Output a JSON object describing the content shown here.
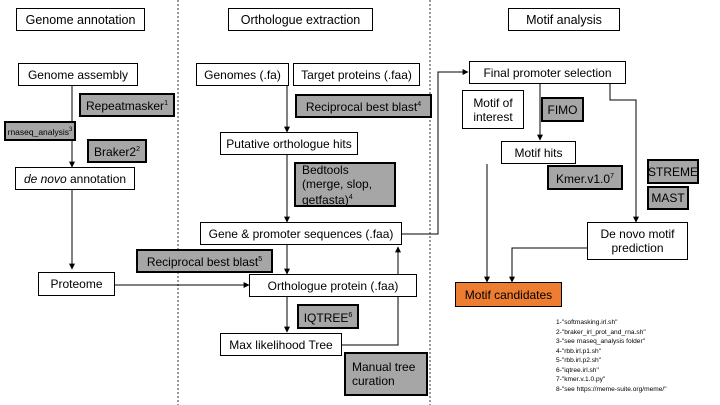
{
  "headers": {
    "genome_annotation": "Genome annotation",
    "orthologue_extraction": "Orthologue extraction",
    "motif_analysis": "Motif analysis"
  },
  "genome": {
    "assembly": "Genome assembly",
    "repeatmasker": "Repeatmasker",
    "repeatmasker_sup": "1",
    "rnaseq": "rnaseq_analysis",
    "rnaseq_sup": "3",
    "braker": "Braker2",
    "braker_sup": "2",
    "denovo_italic": "de novo",
    "denovo_rest": " annotation",
    "proteome": "Proteome"
  },
  "ortho": {
    "genomes": "Genomes (.fa)",
    "targets": "Target proteins (.faa)",
    "rbb1": "Reciprocal best blast",
    "rbb1_sup": "4",
    "putative": "Putative orthologue hits",
    "bedtools": "Bedtools (merge, slop, getfasta)",
    "bedtools_sup": "4",
    "gene_promoter": "Gene & promoter sequences (.faa)",
    "rbb2": "Reciprocal best blast",
    "rbb2_sup": "5",
    "orth_protein": "Orthologue protein (.faa)",
    "iqtree": "IQTREE",
    "iqtree_sup": "6",
    "ml_tree": "Max likelihood Tree",
    "manual": "Manual tree curation"
  },
  "motif": {
    "final": "Final promoter selection",
    "moi": "Motif of interest",
    "fimo": "FIMO",
    "hits": "Motif hits",
    "kmer": "Kmer.v1.0",
    "kmer_sup": "7",
    "streme": "STREME",
    "mast": "MAST",
    "denovo": "De novo motif prediction",
    "candidates": "Motif candidates"
  },
  "colors": {
    "tool_fill": "#a6a6a6",
    "candidate_fill": "#ed7d31"
  },
  "footnotes": [
    "1-\"softmasking.irl.sh\"",
    "2-\"braker_irl_prot_and_rna.sh\"",
    "3-\"see rnaseq_analysis folder\"",
    "4-\"rbb.irl.p1.sh\"",
    "5-\"rbb.irl.p2.sh\"",
    "6-\"iqtree.irl.sh\"",
    "7-\"kmer.v.1.0.py\"",
    "8-\"see https://meme-suite.org/meme/\""
  ]
}
